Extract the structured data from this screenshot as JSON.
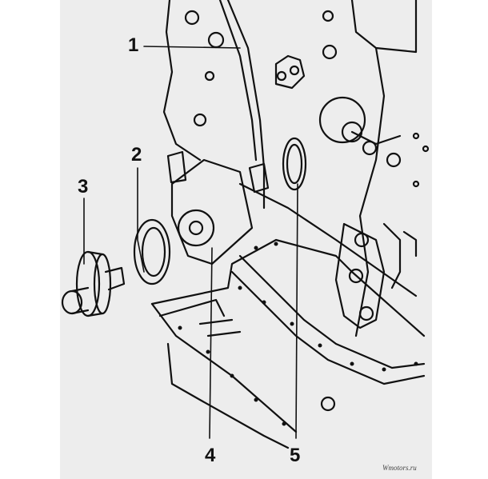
{
  "diagram": {
    "callouts": [
      "1",
      "2",
      "3",
      "4",
      "5"
    ],
    "watermark": "Wmotors.ru"
  }
}
